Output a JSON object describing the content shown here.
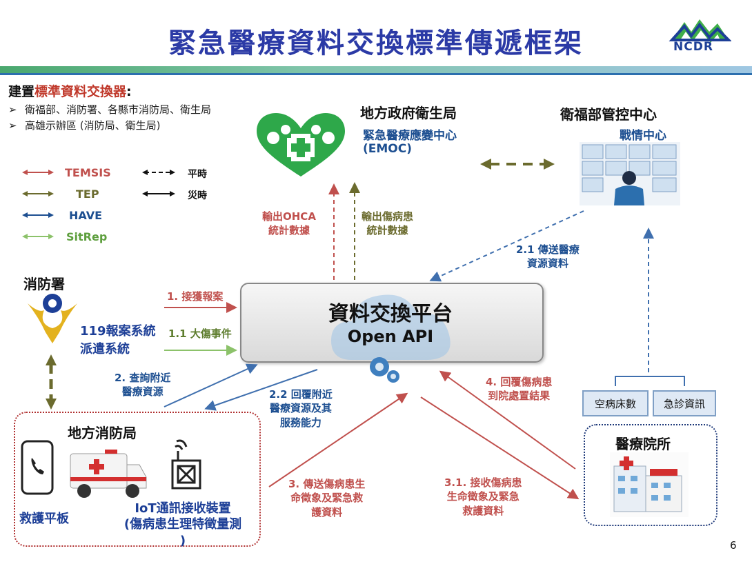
{
  "title": "緊急醫療資料交換標準傳遞框架",
  "logo_text": "NCDR",
  "intro": {
    "prefix": "建置",
    "highlight": "標準資料交換器",
    "suffix": ":",
    "bullets": [
      "衛福部、消防署、各縣市消防局、衛生局",
      "高雄示辦區 (消防局、衛生局)"
    ]
  },
  "legend": {
    "items": [
      {
        "label": "TEMSIS",
        "color": "#c0504d"
      },
      {
        "label": "TEP",
        "color": "#6b6b2e"
      },
      {
        "label": "HAVE",
        "color": "#1d4f91"
      },
      {
        "label": "SitRep",
        "color": "#8cc26a"
      }
    ],
    "line_types": [
      {
        "label": "平時",
        "style": "dashed"
      },
      {
        "label": "災時",
        "style": "solid"
      }
    ]
  },
  "nodes": {
    "local_health": {
      "title": "地方政府衛生局",
      "sub1": "緊急醫療應變中心",
      "sub2": "(EMOC)"
    },
    "mohw": {
      "title": "衛福部管控中心",
      "sub": "戰情中心"
    },
    "fire_agency": {
      "title": "消防署",
      "sys1": "119報案系統",
      "sys2": "派遣系統"
    },
    "platform": {
      "title": "資料交換平台",
      "sub": "Open API"
    },
    "local_fire": {
      "title": "地方消防局",
      "tablet": "救護平板",
      "iot1": "IoT通訊接收裝置",
      "iot2": "(傷病患生理特徵量測",
      "iot3": ")"
    },
    "hospital": {
      "title": "醫療院所",
      "box1": "空病床數",
      "box2": "急診資訊"
    }
  },
  "flows": {
    "ohca": [
      "輸出OHCA",
      "統計數據"
    ],
    "patients": [
      "輸出傷病患",
      "統計數據"
    ],
    "f21": [
      "2.1 傳送醫療",
      "資源資料"
    ],
    "f1": "1. 接獲報案",
    "f11": "1.1 大傷事件",
    "f2": [
      "2. 查詢附近",
      "醫療資源"
    ],
    "f22": [
      "2.2 回覆附近",
      "醫療資源及其",
      "服務能力"
    ],
    "f4": [
      "4. 回覆傷病患",
      "到院處置結果"
    ],
    "f3": [
      "3. 傳送傷病患生",
      "命徵象及緊急救",
      "護資料"
    ],
    "f31": [
      "3.1. 接收傷病患",
      "生命徵象及緊急",
      "救護資料"
    ]
  },
  "page_number": "6"
}
